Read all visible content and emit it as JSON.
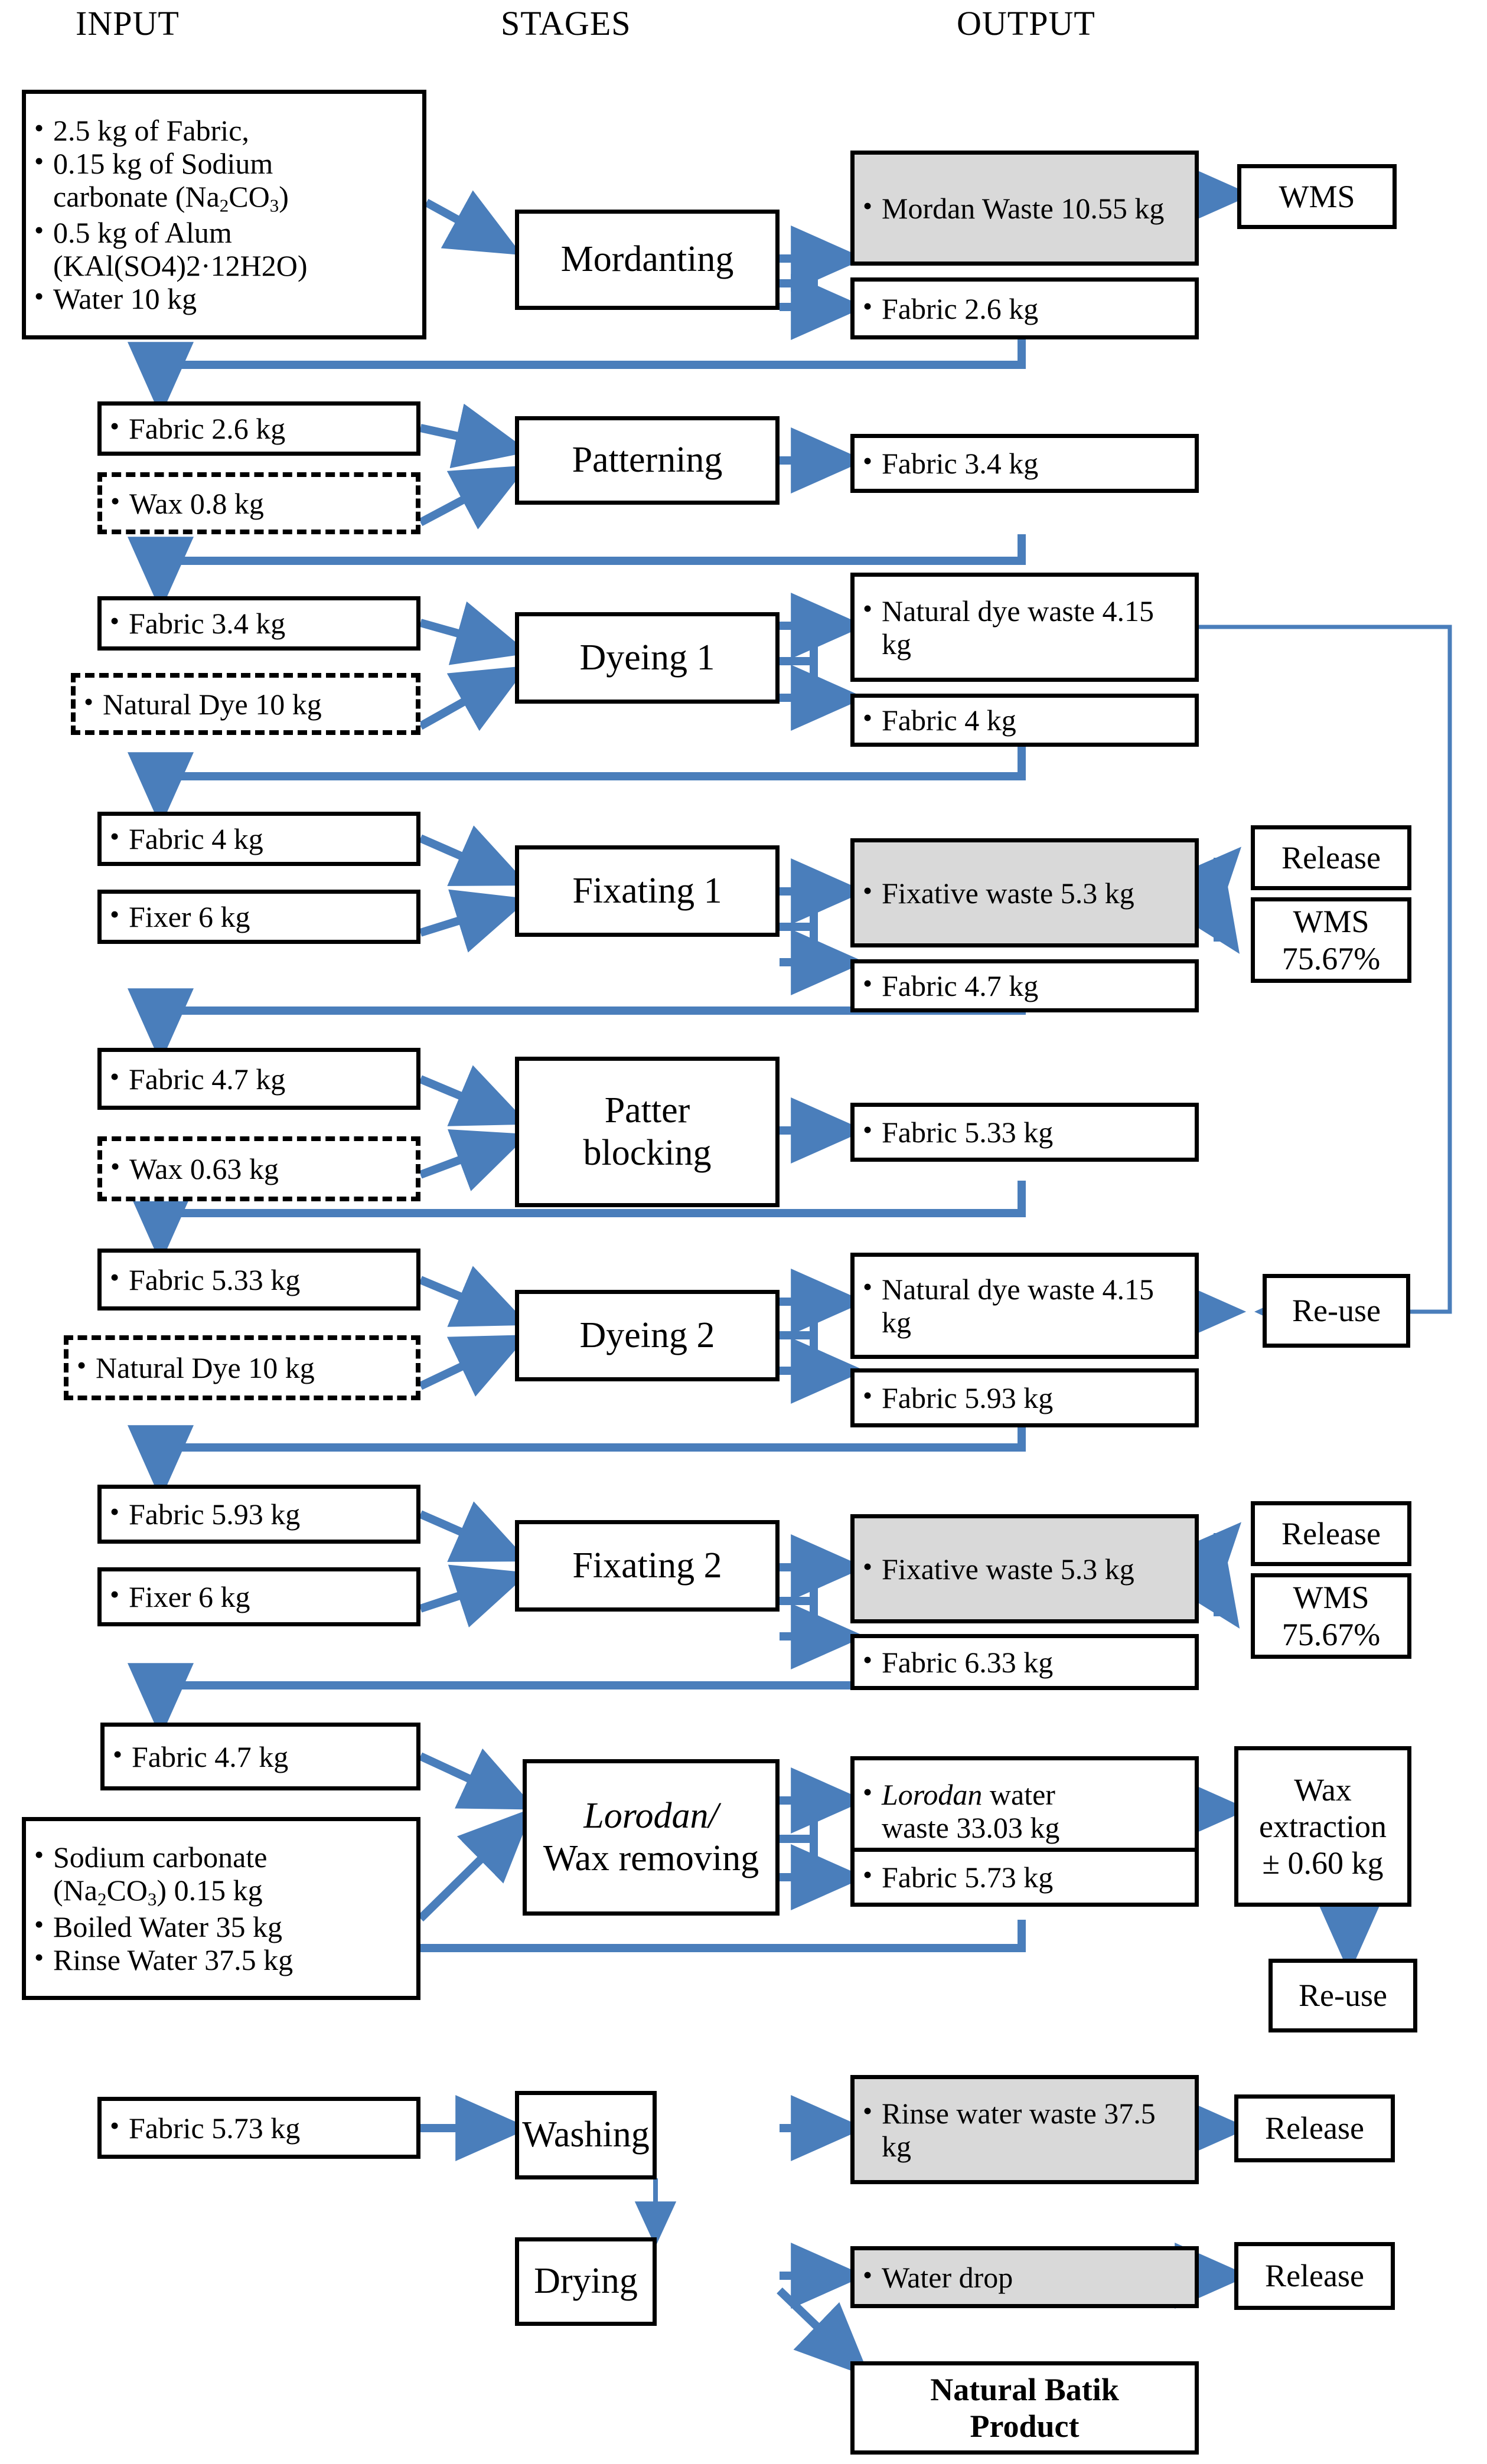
{
  "headers": [
    {
      "label": "INPUT"
    },
    {
      "label": "STAGES"
    },
    {
      "label": "OUTPUT"
    }
  ],
  "colors": {
    "arrow": "#4A7EBB",
    "box_border": "#000000",
    "waste_fill": "#D9D9D9",
    "background": "#FFFFFF"
  },
  "chart_data": {
    "type": "diagram",
    "title": "Natural batik production material flow (input / stages / output)",
    "columns": [
      "INPUT",
      "STAGES",
      "OUTPUT"
    ],
    "nodes": [
      {
        "id": "in-mordanting",
        "column": "INPUT",
        "style": "solid",
        "lines": [
          "2.5 kg of Fabric,",
          "0.15 kg of Sodium carbonate (Na2CO3)",
          "0.5 kg of Alum (KAl(SO4)2·12H2O)",
          "Water 10 kg"
        ]
      },
      {
        "id": "stage-mordanting",
        "column": "STAGES",
        "label": "Mordanting"
      },
      {
        "id": "out-mordan-waste",
        "column": "OUTPUT",
        "style": "waste",
        "label": "Mordan Waste 10.55 kg"
      },
      {
        "id": "out-fabric-26",
        "column": "OUTPUT",
        "style": "solid",
        "label": "Fabric 2.6 kg"
      },
      {
        "id": "end-wms-1",
        "column": "END",
        "label": "WMS"
      },
      {
        "id": "in-fabric-26",
        "column": "INPUT",
        "style": "solid",
        "label": "Fabric 2.6 kg"
      },
      {
        "id": "in-wax-08",
        "column": "INPUT",
        "style": "dashed",
        "label": "Wax 0.8 kg"
      },
      {
        "id": "stage-patterning",
        "column": "STAGES",
        "label": "Patterning"
      },
      {
        "id": "out-fabric-34",
        "column": "OUTPUT",
        "style": "solid",
        "label": "Fabric 3.4 kg"
      },
      {
        "id": "in-fabric-34",
        "column": "INPUT",
        "style": "solid",
        "label": "Fabric 3.4 kg"
      },
      {
        "id": "in-dye-10-a",
        "column": "INPUT",
        "style": "dashed",
        "label": "Natural Dye 10 kg"
      },
      {
        "id": "stage-dyeing-1",
        "column": "STAGES",
        "label": "Dyeing 1"
      },
      {
        "id": "out-dye-waste-a",
        "column": "OUTPUT",
        "style": "solid",
        "label": "Natural dye waste 4.15 kg"
      },
      {
        "id": "out-fabric-4",
        "column": "OUTPUT",
        "style": "solid",
        "label": "Fabric 4 kg"
      },
      {
        "id": "in-fabric-4",
        "column": "INPUT",
        "style": "solid",
        "label": "Fabric 4 kg"
      },
      {
        "id": "in-fixer-6-a",
        "column": "INPUT",
        "style": "solid",
        "label": "Fixer 6 kg"
      },
      {
        "id": "stage-fixating-1",
        "column": "STAGES",
        "label": "Fixating 1"
      },
      {
        "id": "out-fixative-waste-a",
        "column": "OUTPUT",
        "style": "waste",
        "label": "Fixative waste 5.3 kg"
      },
      {
        "id": "out-fabric-47-a",
        "column": "OUTPUT",
        "style": "solid",
        "label": "Fabric 4.7 kg"
      },
      {
        "id": "end-release-1",
        "column": "END",
        "label": "Release"
      },
      {
        "id": "end-wms-2",
        "column": "END",
        "label": "WMS 75.67%"
      },
      {
        "id": "in-fabric-47",
        "column": "INPUT",
        "style": "solid",
        "label": "Fabric 4.7 kg"
      },
      {
        "id": "in-wax-063",
        "column": "INPUT",
        "style": "dashed",
        "label": "Wax 0.63 kg"
      },
      {
        "id": "stage-patter-blocking",
        "column": "STAGES",
        "label": "Patter blocking"
      },
      {
        "id": "out-fabric-533",
        "column": "OUTPUT",
        "style": "solid",
        "label": "Fabric 5.33 kg"
      },
      {
        "id": "in-fabric-533",
        "column": "INPUT",
        "style": "solid",
        "label": "Fabric 5.33 kg"
      },
      {
        "id": "in-dye-10-b",
        "column": "INPUT",
        "style": "dashed",
        "label": "Natural Dye 10 kg"
      },
      {
        "id": "stage-dyeing-2",
        "column": "STAGES",
        "label": "Dyeing 2"
      },
      {
        "id": "out-dye-waste-b",
        "column": "OUTPUT",
        "style": "solid",
        "label": "Natural dye waste 4.15 kg"
      },
      {
        "id": "out-fabric-593",
        "column": "OUTPUT",
        "style": "solid",
        "label": "Fabric 5.93 kg"
      },
      {
        "id": "end-reuse-1",
        "column": "END",
        "label": "Re-use"
      },
      {
        "id": "in-fabric-593",
        "column": "INPUT",
        "style": "solid",
        "label": "Fabric 5.93 kg"
      },
      {
        "id": "in-fixer-6-b",
        "column": "INPUT",
        "style": "solid",
        "label": "Fixer 6 kg"
      },
      {
        "id": "stage-fixating-2",
        "column": "STAGES",
        "label": "Fixating 2"
      },
      {
        "id": "out-fixative-waste-b",
        "column": "OUTPUT",
        "style": "waste",
        "label": "Fixative waste 5.3 kg"
      },
      {
        "id": "out-fabric-633",
        "column": "OUTPUT",
        "style": "solid",
        "label": "Fabric 6.33 kg"
      },
      {
        "id": "end-release-2",
        "column": "END",
        "label": "Release"
      },
      {
        "id": "end-wms-3",
        "column": "END",
        "label": "WMS 75.67%"
      },
      {
        "id": "in-fabric-47-b",
        "column": "INPUT",
        "style": "solid",
        "label": "Fabric 4.7 kg"
      },
      {
        "id": "in-lorodan-chem",
        "column": "INPUT",
        "style": "solid",
        "lines": [
          "Sodium carbonate (Na2CO3) 0.15 kg",
          "Boiled Water 35 kg",
          "Rinse Water 37.5 kg"
        ]
      },
      {
        "id": "stage-lorodan",
        "column": "STAGES",
        "label": "Lorodan/ Wax removing"
      },
      {
        "id": "out-lorodan-waste",
        "column": "OUTPUT",
        "style": "solid",
        "label": "Lorodan water waste 33.03 kg"
      },
      {
        "id": "out-fabric-573",
        "column": "OUTPUT",
        "style": "solid",
        "label": "Fabric 5.73 kg"
      },
      {
        "id": "end-wax-extraction",
        "column": "END",
        "label": "Wax extraction ± 0.60 kg"
      },
      {
        "id": "end-reuse-2",
        "column": "END",
        "label": "Re-use"
      },
      {
        "id": "in-fabric-573",
        "column": "INPUT",
        "style": "solid",
        "label": "Fabric 5.73 kg"
      },
      {
        "id": "stage-washing",
        "column": "STAGES",
        "label": "Washing"
      },
      {
        "id": "out-rinse-waste",
        "column": "OUTPUT",
        "style": "waste",
        "label": "Rinse water waste 37.5 kg"
      },
      {
        "id": "end-release-3",
        "column": "END",
        "label": "Release"
      },
      {
        "id": "stage-drying",
        "column": "STAGES",
        "label": "Drying"
      },
      {
        "id": "out-water-drop",
        "column": "OUTPUT",
        "style": "waste",
        "label": "Water drop"
      },
      {
        "id": "end-release-4",
        "column": "END",
        "label": "Release"
      },
      {
        "id": "end-product",
        "column": "OUTPUT",
        "style": "solid",
        "label": "Natural Batik Product"
      }
    ]
  },
  "row1": {
    "input": {
      "l1": "2.5 kg of Fabric,",
      "l2a": "0.15 kg of Sodium",
      "l2b": "carbonate (Na",
      "l2sub": "2",
      "l2c": "CO",
      "l2sub2": "3",
      "l2d": ")",
      "l3a": "0.5 kg of Alum",
      "l3b": "(KAl(SO4)2·12H2O)",
      "l4": "Water 10 kg"
    },
    "stage": "Mordanting",
    "out_waste": "Mordan Waste 10.55 kg",
    "out_fabric": "Fabric 2.6 kg",
    "end": "WMS"
  },
  "row2": {
    "in_fabric": "Fabric 2.6 kg",
    "in_aux": "Wax 0.8 kg",
    "stage": "Patterning",
    "out_fabric": "Fabric 3.4 kg"
  },
  "row3": {
    "in_fabric": "Fabric 3.4 kg",
    "in_aux": "Natural Dye 10 kg",
    "stage": "Dyeing 1",
    "out_waste": "Natural dye waste 4.15 kg",
    "out_fabric": "Fabric 4 kg"
  },
  "row4": {
    "in_fabric": "Fabric 4 kg",
    "in_aux": "Fixer 6 kg",
    "stage": "Fixating 1",
    "out_waste": "Fixative waste 5.3 kg",
    "out_fabric": "Fabric 4.7 kg",
    "end_a": "Release",
    "end_b1": "WMS",
    "end_b2": "75.67%"
  },
  "row5": {
    "in_fabric": "Fabric 4.7 kg",
    "in_aux": "Wax 0.63 kg",
    "stage1": "Patter",
    "stage2": "blocking",
    "out_fabric": "Fabric 5.33 kg"
  },
  "row6": {
    "in_fabric": "Fabric 5.33 kg",
    "in_aux": "Natural Dye 10 kg",
    "stage": "Dyeing 2",
    "out_waste": "Natural dye waste 4.15 kg",
    "out_fabric": "Fabric 5.93 kg",
    "end": "Re-use"
  },
  "row7": {
    "in_fabric": "Fabric 5.93 kg",
    "in_aux": "Fixer 6 kg",
    "stage": "Fixating 2",
    "out_waste": "Fixative waste 5.3 kg",
    "out_fabric": "Fabric 6.33 kg",
    "end_a": "Release",
    "end_b1": "WMS",
    "end_b2": "75.67%"
  },
  "row8": {
    "in_fabric": "Fabric 4.7 kg",
    "in_chem_1a": "Sodium carbonate",
    "in_chem_1b": "(Na",
    "in_chem_1sub": "2",
    "in_chem_1c": "CO",
    "in_chem_1sub2": "3",
    "in_chem_1d": ") 0.15 kg",
    "in_chem_2": "Boiled Water 35 kg",
    "in_chem_3": "Rinse Water 37.5 kg",
    "stage1": "Lorodan/",
    "stage2": "Wax removing",
    "out_waste_a": "Lorodan",
    "out_waste_b": " water",
    "out_waste_c": "waste 33.03 kg",
    "out_fabric": "Fabric 5.73 kg",
    "end_wax1": "Wax",
    "end_wax2": "extraction",
    "end_wax3": "± 0.60 kg",
    "end_reuse": "Re-use"
  },
  "row9": {
    "in_fabric": "Fabric 5.73 kg",
    "stage": "Washing",
    "out_waste": "Rinse water waste 37.5 kg",
    "end": "Release"
  },
  "row10": {
    "stage": "Drying",
    "out_waste": "Water drop",
    "end": "Release",
    "product1": "Natural Batik",
    "product2": "Product"
  }
}
